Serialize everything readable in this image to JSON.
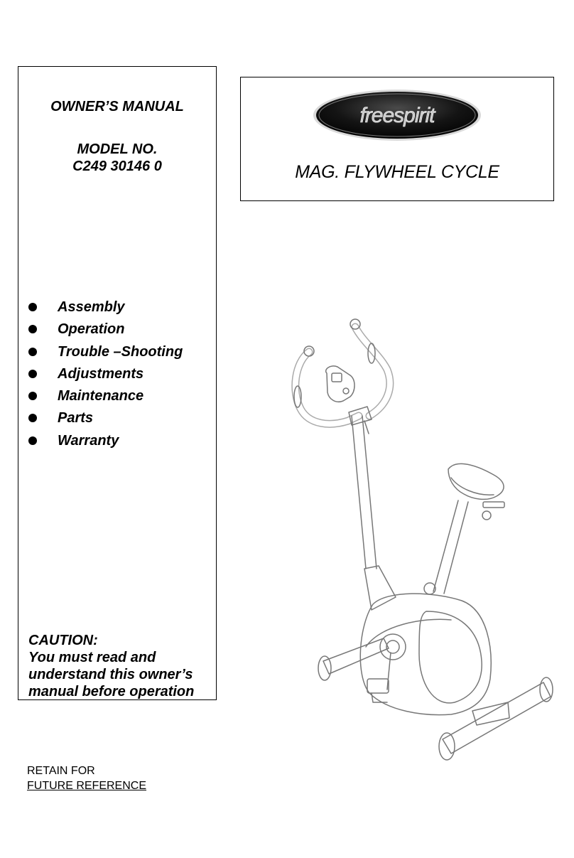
{
  "left_panel": {
    "owners_manual": "OWNER’S MANUAL",
    "model_label": "MODEL NO.",
    "model_number": "C249 30146 0",
    "topics": [
      "Assembly",
      "Operation",
      "Trouble –Shooting",
      "Adjustments",
      "Maintenance",
      "Parts",
      "Warranty"
    ],
    "caution": {
      "heading": "CAUTION:",
      "lines": [
        "You must read and",
        "understand this owner’s",
        "manual before operation"
      ]
    }
  },
  "right_panel": {
    "logo_text": "freespirit",
    "product_name": "MAG. FLYWHEEL CYCLE"
  },
  "illustration": {
    "subject": "exercise-bike-icon"
  },
  "footer": {
    "line1": "RETAIN FOR",
    "line2": "FUTURE REFERENCE"
  }
}
